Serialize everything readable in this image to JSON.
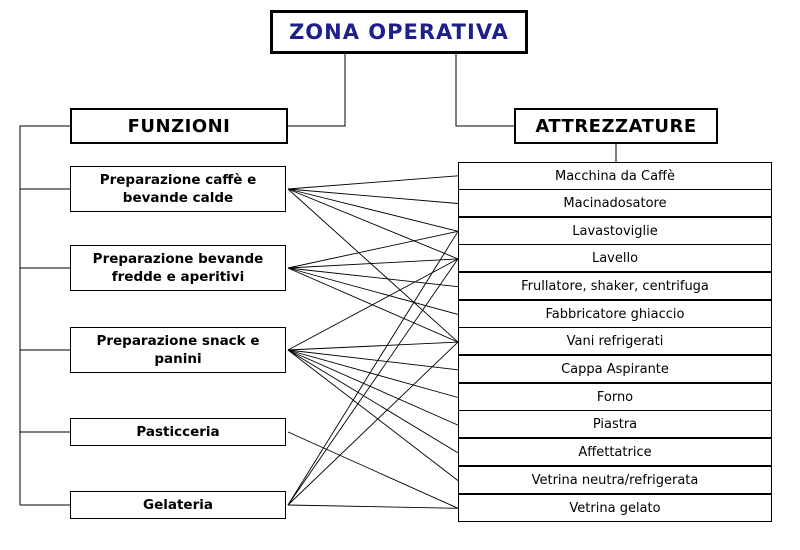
{
  "title": "ZONA OPERATIVA",
  "funzioni_header": "FUNZIONI",
  "attrezzature_header": "ATTREZZATURE",
  "funzioni": [
    {
      "label": "Preparazione caffè e bevande calde"
    },
    {
      "label": "Preparazione bevande fredde e aperitivi"
    },
    {
      "label": "Preparazione snack e panini"
    },
    {
      "label": "Pasticceria"
    },
    {
      "label": "Gelateria"
    }
  ],
  "attrezzature": [
    {
      "label": "Macchina da Caffè"
    },
    {
      "label": "Macinadosatore"
    },
    {
      "label": "Lavastoviglie"
    },
    {
      "label": "Lavello"
    },
    {
      "label": "Frullatore, shaker, centrifuga"
    },
    {
      "label": "Fabbricatore ghiaccio"
    },
    {
      "label": "Vani refrigerati"
    },
    {
      "label": "Cappa Aspirante"
    },
    {
      "label": "Forno"
    },
    {
      "label": "Piastra"
    },
    {
      "label": "Affettatrice"
    },
    {
      "label": "Vetrina neutra/refrigerata"
    },
    {
      "label": "Vetrina gelato"
    }
  ],
  "connections": [
    [
      0,
      0
    ],
    [
      0,
      1
    ],
    [
      0,
      2
    ],
    [
      0,
      3
    ],
    [
      0,
      6
    ],
    [
      1,
      2
    ],
    [
      1,
      3
    ],
    [
      1,
      4
    ],
    [
      1,
      5
    ],
    [
      1,
      6
    ],
    [
      2,
      3
    ],
    [
      2,
      6
    ],
    [
      2,
      7
    ],
    [
      2,
      8
    ],
    [
      2,
      9
    ],
    [
      2,
      10
    ],
    [
      2,
      11
    ],
    [
      3,
      12
    ],
    [
      4,
      2
    ],
    [
      4,
      3
    ],
    [
      4,
      6
    ],
    [
      4,
      12
    ]
  ]
}
